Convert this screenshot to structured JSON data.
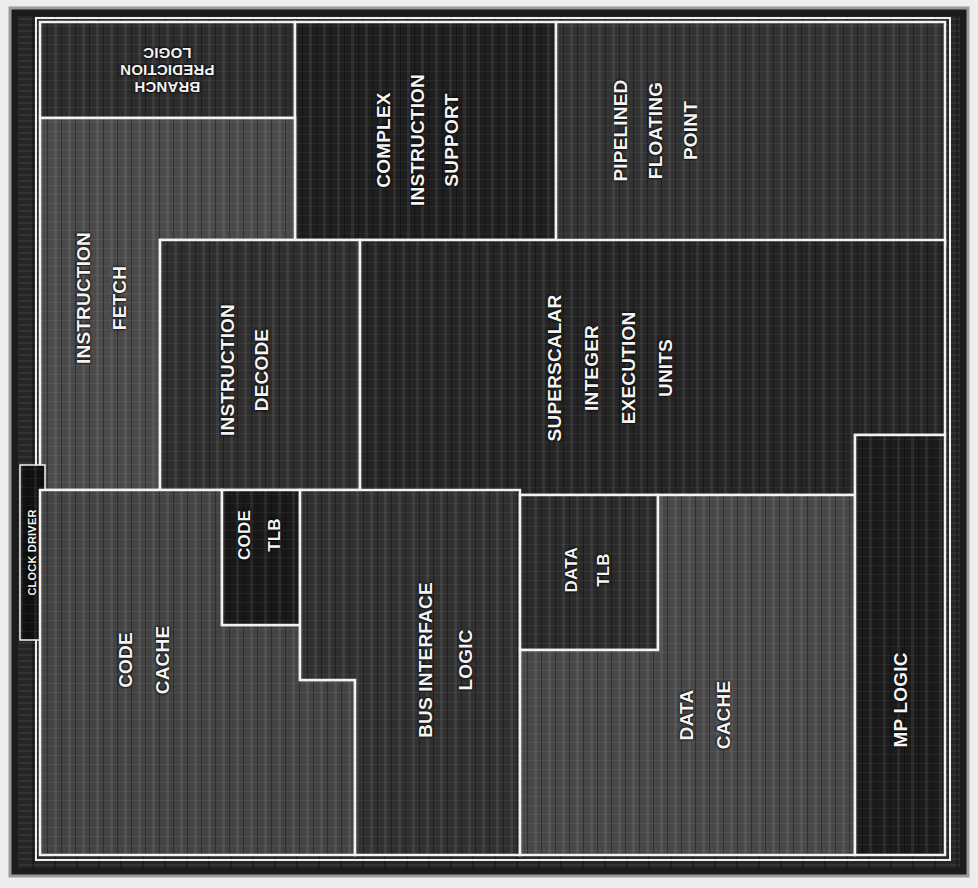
{
  "diagram": {
    "nodes": [
      {
        "text": [
          "BRANCH PREDICTION LOGIC"
        ]
      },
      {
        "text": [
          "COMPLEX INSTRUCTION SUPPORT"
        ]
      },
      {
        "text": [
          "PIPELINED FLOATING POINT"
        ]
      },
      {
        "text": [
          "INSTRUCTION FETCH"
        ]
      },
      {
        "text": [
          "INSTRUCTION DECODE"
        ]
      },
      {
        "text": [
          "SUPERSCALAR INTEGER EXECUTION UNITS"
        ]
      },
      {
        "text": [
          "CLOCK DRIVER"
        ]
      },
      {
        "text": [
          "CODE CACHE"
        ]
      },
      {
        "text": [
          "CODE TLB"
        ]
      },
      {
        "text": [
          "BUS INTERFACE LOGIC"
        ]
      },
      {
        "text": [
          "DATA TLB"
        ]
      },
      {
        "text": [
          "DATA CACHE"
        ]
      },
      {
        "text": [
          "MP LOGIC"
        ]
      }
    ]
  }
}
